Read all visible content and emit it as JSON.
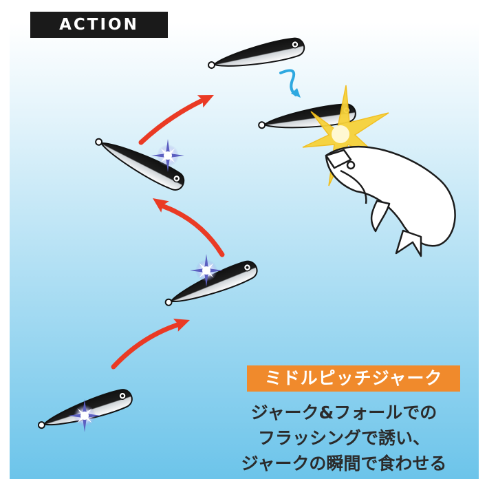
{
  "header": {
    "tag": "ACTION"
  },
  "badge": {
    "label": "ミドルピッチジャーク"
  },
  "caption": {
    "lines": [
      "ジャーク&フォールでの",
      "フラッシングで誘い、",
      "ジャークの瞬間で食わせる"
    ]
  },
  "colors": {
    "water_top": "#ffffff",
    "water_bottom": "#6cc4ea",
    "arrow": "#ea3a24",
    "badge": "#f08a2c",
    "flash": "#f7d23a",
    "sparkle": "#6a6ec8",
    "fall_arrow": "#2ea8e0"
  },
  "icons": [
    "metal-jig",
    "jerk-arrow",
    "sparkle",
    "fall-arrow",
    "flash-burst",
    "fish"
  ]
}
